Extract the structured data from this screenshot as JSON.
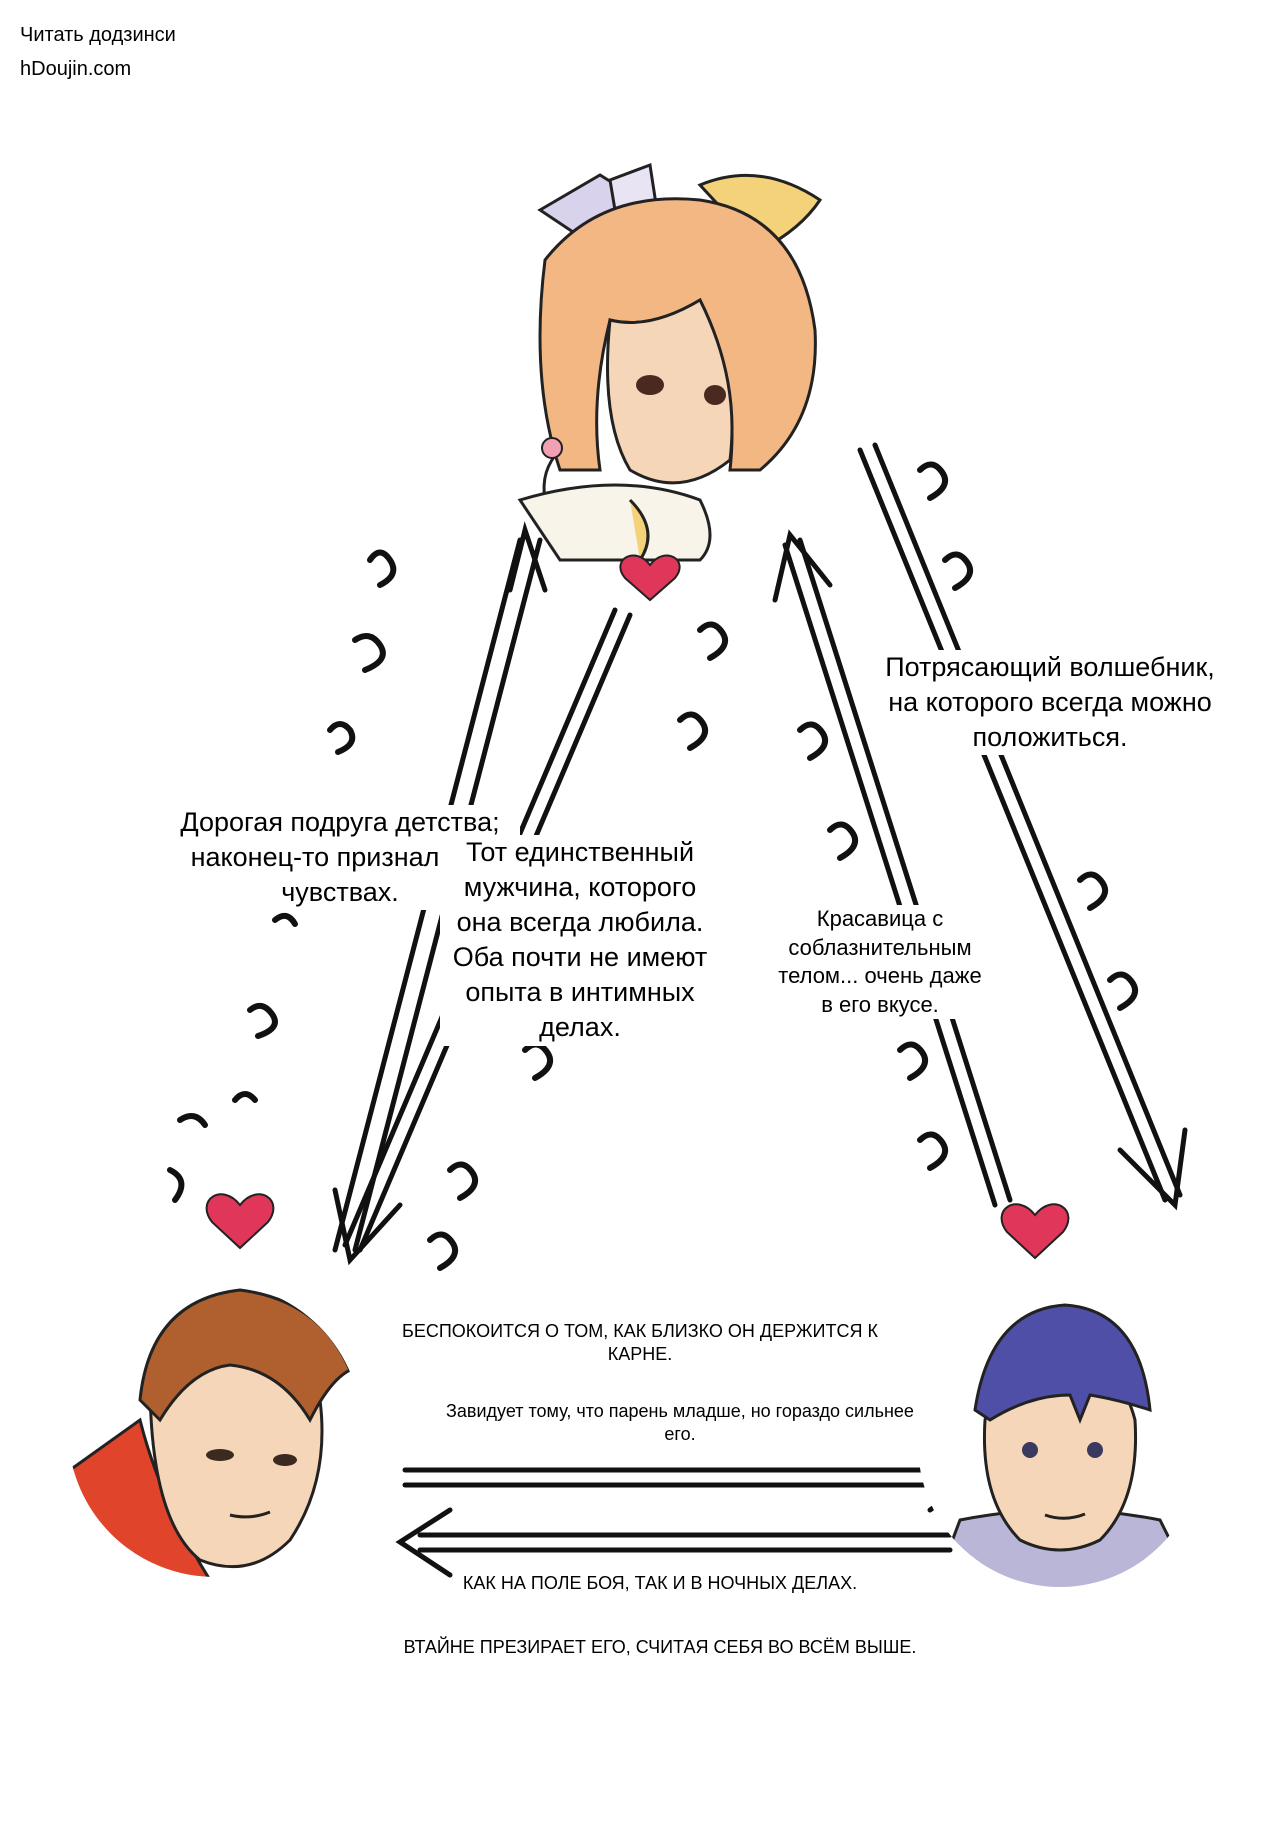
{
  "watermark": {
    "line1": "Читать додзинси",
    "line2": "hDoujin.com"
  },
  "captions": {
    "magician": "Потрясающий волшебник, на которого всегда можно положиться.",
    "childhood_friend": "Дорогая подруга детства; наконец-то признался в чувствах.",
    "special_man": "Тот единственный мужчина, которого она всегда любила. Оба почти не имеют опыта в интимных делах.",
    "beauty": "Красавица с соблазнительным телом... очень даже в его вкусе.",
    "worried": "БЕСПОКОИТСЯ О ТОМ, КАК БЛИЗКО ОН ДЕРЖИТСЯ К КАРНЕ.",
    "envy": "Завидует тому, что парень младше, но гораздо сильнее его.",
    "field": "КАК НА ПОЛЕ БОЯ, ТАК И В НОЧНЫХ ДЕЛАХ.",
    "despise": "ВТАЙНЕ ПРЕЗИРАЕТ ЕГО, СЧИТАЯ СЕБЯ ВО ВСЁМ ВЫШЕ."
  },
  "colors": {
    "heart": "#e0365a",
    "arrow": "#111111",
    "hair_blonde": "#f3b784",
    "hair_brown": "#b0602e",
    "hair_blue": "#4f4fa8",
    "skin": "#f6d6b8",
    "jacket_red": "#e0442a",
    "collar_lavender": "#b9b6d8"
  }
}
